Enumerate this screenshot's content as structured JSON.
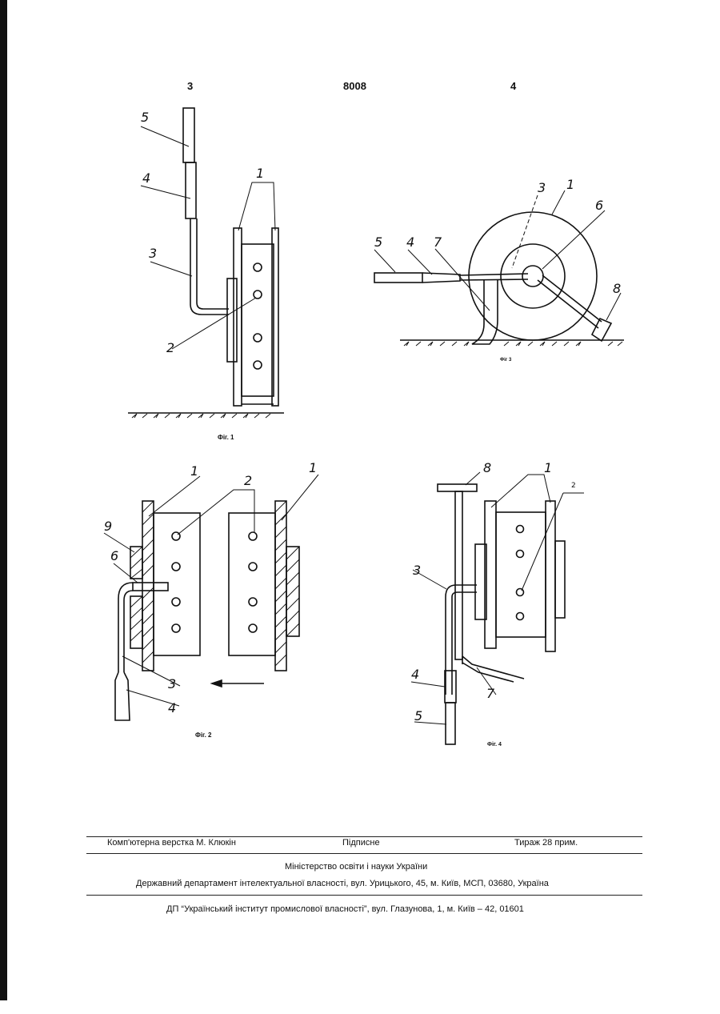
{
  "header": {
    "page_left": "3",
    "doc_number": "8008",
    "page_right": "4"
  },
  "figures": {
    "fig1": {
      "caption": "Фіг. 1",
      "labels": [
        "5",
        "4",
        "3",
        "2",
        "1"
      ]
    },
    "fig2": {
      "caption": "Фіг. 2",
      "labels": [
        "9",
        "6",
        "1",
        "2",
        "1",
        "3",
        "4"
      ]
    },
    "fig3": {
      "caption": "Фіг 3",
      "labels": [
        "5",
        "4",
        "7",
        "3",
        "1",
        "6",
        "8"
      ]
    },
    "fig4": {
      "caption": "Фіг. 4",
      "labels": [
        "8",
        "1",
        "2",
        "3",
        "4",
        "5",
        "7"
      ]
    }
  },
  "footer": {
    "typesetting": "Комп'ютерна верстка М. Клюкін",
    "subscription": "Підписне",
    "circulation": "Тираж 28 прим.",
    "ministry": "Міністерство освіти і науки України",
    "department": "Державний департамент інтелектуальної власності, вул. Урицького, 45, м. Київ, МСП, 03680, Україна",
    "institute": "ДП “Український інститут промислової власності”, вул. Глазунова, 1, м. Київ – 42, 01601"
  }
}
